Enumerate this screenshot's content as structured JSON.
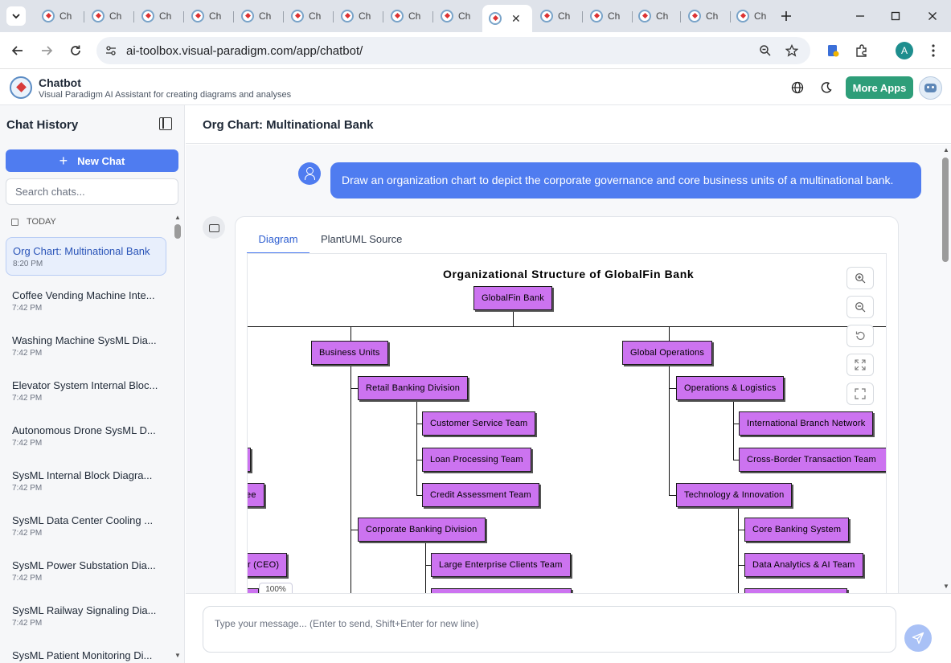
{
  "browser": {
    "tabs": [
      {
        "label": "Ch"
      },
      {
        "label": "Ch"
      },
      {
        "label": "Ch"
      },
      {
        "label": "Ch"
      },
      {
        "label": "Ch"
      },
      {
        "label": "Ch"
      },
      {
        "label": "Ch"
      },
      {
        "label": "Ch"
      },
      {
        "label": "Ch"
      },
      {
        "label": ""
      },
      {
        "label": "Ch"
      },
      {
        "label": "Ch"
      },
      {
        "label": "Ch"
      },
      {
        "label": "Ch"
      },
      {
        "label": "Ch"
      }
    ],
    "active_tab_index": 9,
    "url": "ai-toolbox.visual-paradigm.com/app/chatbot/",
    "profile_initial": "A"
  },
  "app": {
    "title": "Chatbot",
    "subtitle": "Visual Paradigm AI Assistant for creating diagrams and analyses",
    "more_apps_label": "More Apps"
  },
  "sidebar": {
    "title": "Chat History",
    "new_chat_label": "New Chat",
    "search_placeholder": "Search chats...",
    "group_label": "TODAY",
    "items": [
      {
        "title": "Org Chart: Multinational Bank",
        "time": "8:20 PM",
        "active": true
      },
      {
        "title": "Coffee Vending Machine Inte...",
        "time": "7:42 PM"
      },
      {
        "title": "Washing Machine SysML Dia...",
        "time": "7:42 PM"
      },
      {
        "title": "Elevator System Internal Bloc...",
        "time": "7:42 PM"
      },
      {
        "title": "Autonomous Drone SysML D...",
        "time": "7:42 PM"
      },
      {
        "title": "SysML Internal Block Diagra...",
        "time": "7:42 PM"
      },
      {
        "title": "SysML Data Center Cooling ...",
        "time": "7:42 PM"
      },
      {
        "title": "SysML Power Substation Dia...",
        "time": "7:42 PM"
      },
      {
        "title": "SysML Railway Signaling Dia...",
        "time": "7:42 PM"
      },
      {
        "title": "SysML Patient Monitoring Di...",
        "time": ""
      }
    ]
  },
  "main": {
    "title": "Org Chart: Multinational Bank",
    "user_message": "Draw an organization chart to depict the corporate governance and core business units of a multinational bank.",
    "tabs": {
      "diagram": "Diagram",
      "source": "PlantUML Source"
    },
    "diagram": {
      "title": "Organizational Structure of GlobalFin Bank",
      "nodes": {
        "root": "GlobalFin Bank",
        "business_units": "Business Units",
        "global_operations": "Global Operations",
        "retail": "Retail Banking Division",
        "customer_service": "Customer Service Team",
        "loan_processing": "Loan Processing Team",
        "credit_assessment": "Credit Assessment Team",
        "corporate": "Corporate Banking Division",
        "large_enterprise": "Large Enterprise Clients Team",
        "ops_logistics": "Operations & Logistics",
        "intl_branch": "International Branch Network",
        "cross_border": "Cross-Border Transaction Team",
        "tech_innovation": "Technology & Innovation",
        "core_banking": "Core Banking System",
        "data_analytics": "Data Analytics & AI Team",
        "partial_committee": "ee",
        "partial_ceo": "r (CEO)"
      },
      "zoom_level": "100%"
    },
    "composer_placeholder": "Type your message... (Enter to send, Shift+Enter for new line)"
  },
  "colors": {
    "accent": "#4f7cf0",
    "node_fill": "#cc73f0",
    "more_apps": "#2e9e79"
  }
}
